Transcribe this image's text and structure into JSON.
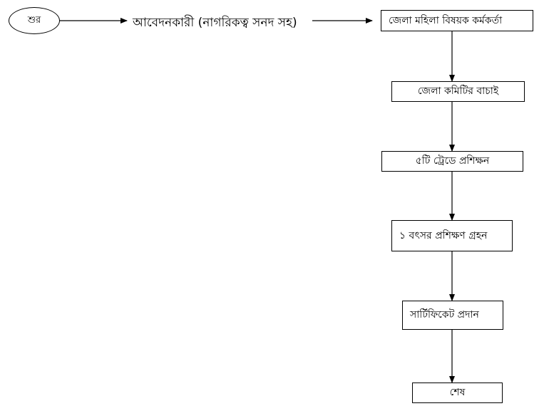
{
  "flowchart": {
    "start_label": "শুর",
    "applicant_label": "আবেদনকারী (নাগরিকত্ব সনদ  সহ)",
    "steps": [
      "জেলা মহিলা বিষয়ক কর্মকর্তা",
      "জেলা কমিটির বাচাই",
      "৫টি ট্রেডে প্রশিক্ষন",
      "১ বৎসর প্রশিক্ষণ গ্রহন",
      "সার্টিফিকেট প্রদান",
      "শেষ"
    ]
  }
}
